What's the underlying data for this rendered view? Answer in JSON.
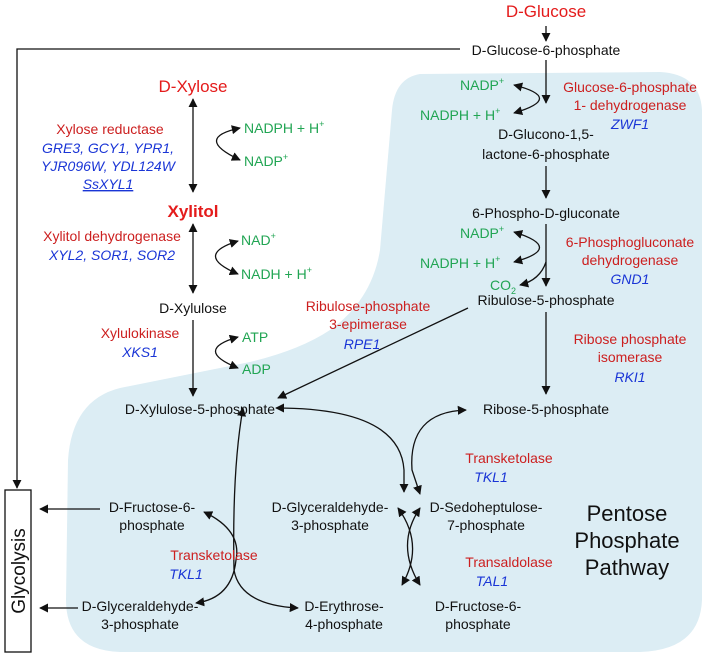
{
  "main_metabolites": {
    "d_glucose": "D-Glucose",
    "g6p": "D-Glucose-6-phosphate",
    "d_xylose": "D-Xylose",
    "xylitol": "Xylitol",
    "d_xylulose": "D-Xylulose",
    "gluconolactone_1": "D-Glucono-1,5-",
    "gluconolactone_2": "lactone-6-phosphate",
    "phosphogluconate": "6-Phospho-D-gluconate",
    "ribulose5p": "Ribulose-5-phosphate",
    "xylulose5p": "D-Xylulose-5-phosphate",
    "ribose5p": "Ribose-5-phosphate",
    "fructose6p_left_1": "D-Fructose-6-",
    "fructose6p_left_2": "phosphate",
    "glyceraldehyde3p_left_1": "D-Glyceraldehyde-",
    "glyceraldehyde3p_left_2": "3-phosphate",
    "glyceraldehyde3p_mid_1": "D-Glyceraldehyde-",
    "glyceraldehyde3p_mid_2": "3-phosphate",
    "sedoheptulose7p_1": "D-Sedoheptulose-",
    "sedoheptulose7p_2": "7-phosphate",
    "erythrose4p_1": "D-Erythrose-",
    "erythrose4p_2": "4-phosphate",
    "fructose6p_right_1": "D-Fructose-6-",
    "fructose6p_right_2": "phosphate"
  },
  "enzymes": {
    "xylose_reductase": "Xylose reductase",
    "xylose_reductase_genes_1": "GRE3, GCY1, YPR1,",
    "xylose_reductase_genes_2": "YJR096W, YDL124W",
    "xylose_reductase_genes_3": "SsXYL1",
    "xylitol_dh": "Xylitol dehydrogenase",
    "xylitol_dh_genes": "XYL2, SOR1, SOR2",
    "xylulokinase": "Xylulokinase",
    "xylulokinase_gene": "XKS1",
    "g6pdh_1": "Glucose-6-phosphate",
    "g6pdh_2": "1- dehydrogenase",
    "g6pdh_gene": "ZWF1",
    "pgdh_1": "6-Phosphogluconate",
    "pgdh_2": "dehydrogenase",
    "pgdh_gene": "GND1",
    "rpe_1": "Ribulose-phosphate",
    "rpe_2": "3-epimerase",
    "rpe_gene": "RPE1",
    "rki_1": "Ribose phosphate",
    "rki_2": "isomerase",
    "rki_gene": "RKI1",
    "tkl_mid": "Transketolase",
    "tkl_mid_gene": "TKL1",
    "tal": "Transaldolase",
    "tal_gene": "TAL1",
    "tkl_left": "Transketolase",
    "tkl_left_gene": "TKL1"
  },
  "cofactors": {
    "nadph_h_xr": "NADPH + H",
    "nadp_xr": "NADP",
    "nad_xdh": "NAD",
    "nadh_h_xdh": "NADH + H",
    "atp": "ATP",
    "adp": "ADP",
    "nadp_g6p": "NADP",
    "nadph_h_g6p": "NADPH + H",
    "nadp_6pg": "NADP",
    "nadph_h_6pg": "NADPH + H",
    "co2": "CO"
  },
  "labels": {
    "glycolysis": "Glycolysis",
    "ppp_1": "Pentose",
    "ppp_2": "Phosphate",
    "ppp_3": "Pathway"
  },
  "colors": {
    "region_fill": "#dcedf4",
    "metabolite": "#111111",
    "enzyme": "#cc1f1f",
    "gene": "#1a35d6",
    "cofactor": "#21a553",
    "highlight": "#e41b1b"
  }
}
